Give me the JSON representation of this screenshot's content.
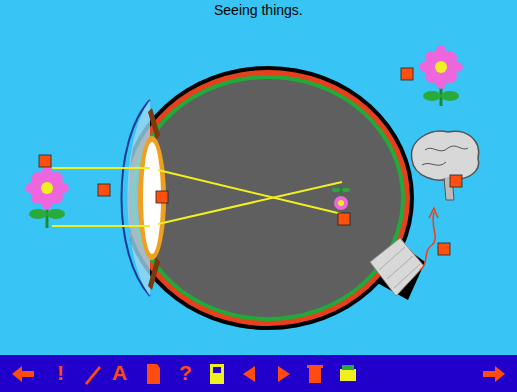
{
  "diagram": {
    "title": "Seeing things.",
    "labels": [
      "!",
      "A",
      "?"
    ]
  }
}
